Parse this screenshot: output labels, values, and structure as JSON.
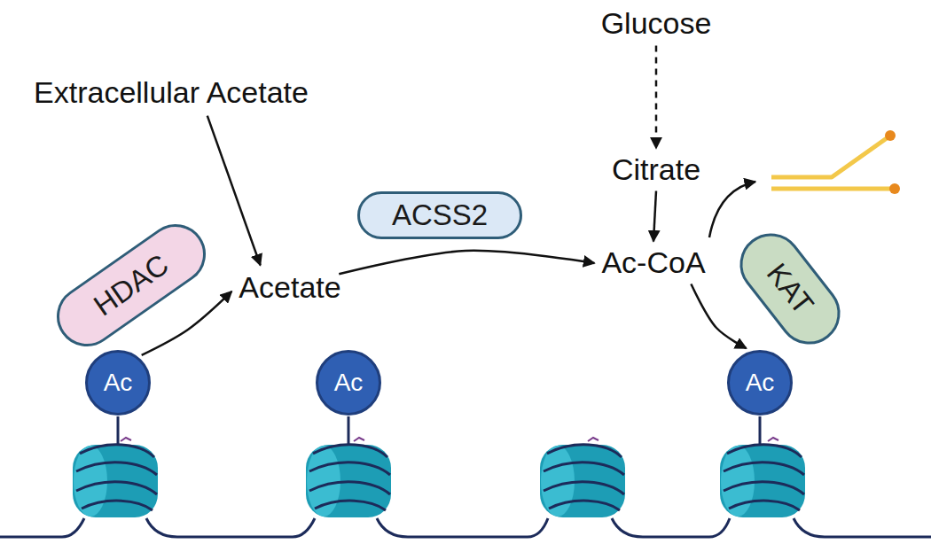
{
  "diagram": {
    "nodes": [
      {
        "text": [
          "Extracellular Acetate"
        ]
      },
      {
        "text": [
          "Glucose"
        ]
      },
      {
        "text": [
          "Citrate"
        ]
      },
      {
        "text": [
          "ACSS2"
        ]
      },
      {
        "text": [
          "HDAC"
        ]
      },
      {
        "text": [
          "Acetate"
        ]
      },
      {
        "text": [
          "Ac-CoA"
        ]
      },
      {
        "text": [
          "KAT"
        ]
      },
      {
        "text": [
          "Ac"
        ]
      },
      {
        "text": [
          "Ac"
        ]
      },
      {
        "text": [
          "Ac"
        ]
      }
    ],
    "edges": [
      {
        "from": 0,
        "to": 5,
        "arrow": "to"
      },
      {
        "from": 1,
        "to": 2,
        "arrow": "to"
      },
      {
        "from": 2,
        "to": 6,
        "arrow": "to"
      },
      {
        "from": 5,
        "to": 6,
        "arrow": "to"
      },
      {
        "from": 8,
        "to": 5,
        "arrow": "to"
      },
      {
        "from": 6,
        "to": 10,
        "arrow": "to"
      }
    ]
  }
}
